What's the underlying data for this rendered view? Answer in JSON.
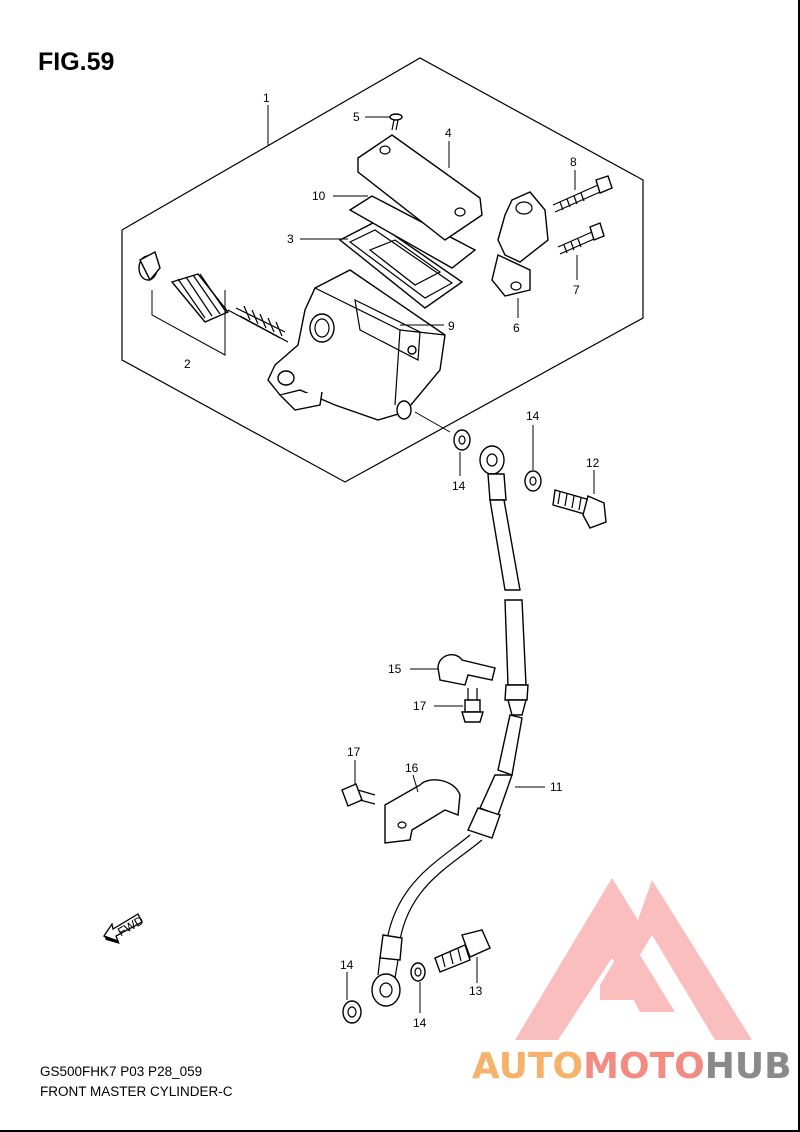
{
  "figure": {
    "title": "FIG.59",
    "caption_line1": "GS500FHK7 P03 P28_059",
    "caption_line2": "FRONT MASTER CYLINDER-C"
  },
  "callouts": [
    "1",
    "2",
    "3",
    "4",
    "5",
    "6",
    "7",
    "8",
    "9",
    "10",
    "11",
    "12",
    "13",
    "14",
    "15",
    "16",
    "17"
  ],
  "fwd_label": "FWD",
  "watermark": {
    "part1": "AUTO",
    "part2": "MOTO",
    "part3": "HUB",
    "color_orange": "#f6b26b",
    "color_red": "#f28b82",
    "color_gray": "#8a8a8a"
  }
}
